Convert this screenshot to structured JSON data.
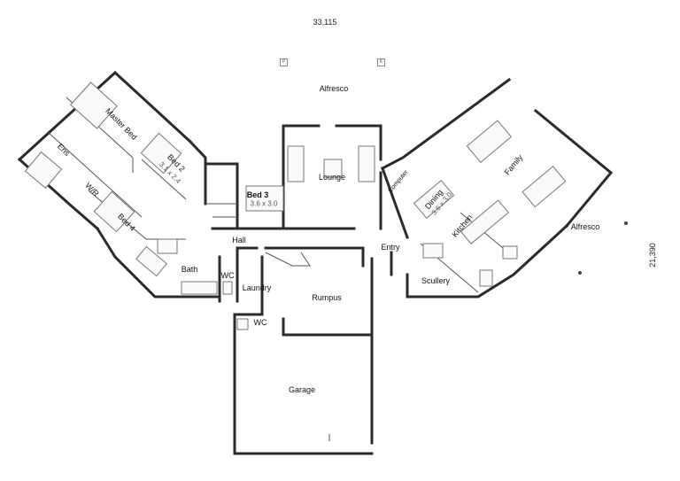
{
  "dimensions": {
    "overall_width": "33,115",
    "overall_depth": "21,390"
  },
  "rooms": {
    "alfresco_top": "Alfresco",
    "master_bed": "Master Bed",
    "ens": "Ens",
    "wr": "W/R",
    "bed2": "Bed 2",
    "bed2_size": "3.1 x 2.4",
    "bed3": "Bed 3",
    "bed3_size": "3.6 x 3.0",
    "bed4": "Bed 4",
    "lounge": "Lounge",
    "computer": "Computer",
    "dining": "Dining",
    "dining_size": "3.6 x 3.0",
    "kitchen": "Kitchen",
    "family": "Family",
    "alfresco_right": "Alfresco",
    "hall": "Hall",
    "entry": "Entry",
    "bath": "Bath",
    "wc1": "WC",
    "laundry": "Laundry",
    "rumpus": "Rumpus",
    "scullery": "Scullery",
    "wc2": "WC",
    "garage": "Garage"
  },
  "icons": {
    "left": "P",
    "right": "K"
  }
}
